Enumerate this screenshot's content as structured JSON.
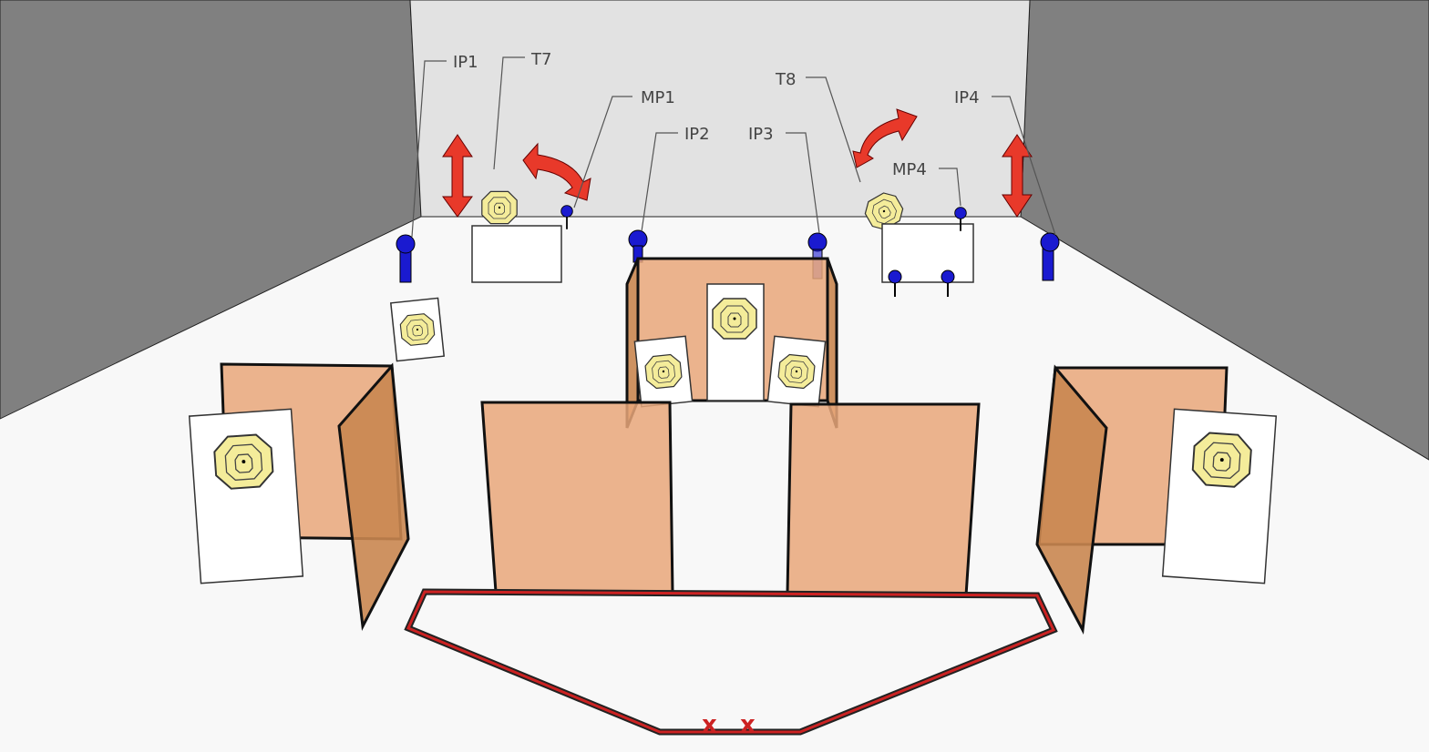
{
  "labels": {
    "ip1": "IP1",
    "t7": "T7",
    "mp1": "MP1",
    "ip2": "IP2",
    "ip3": "IP3",
    "t8": "T8",
    "mp4": "MP4",
    "ip4": "IP4"
  },
  "colors": {
    "side_wall": "#808080",
    "back_wall": "#e2e2e2",
    "floor": "#f8f8f8",
    "panel": "#e9a77a",
    "popper": "#1a1ad0",
    "arrow": "#e8392a",
    "fault_line": "#cc2222",
    "target_center": "#f4ec9a"
  }
}
